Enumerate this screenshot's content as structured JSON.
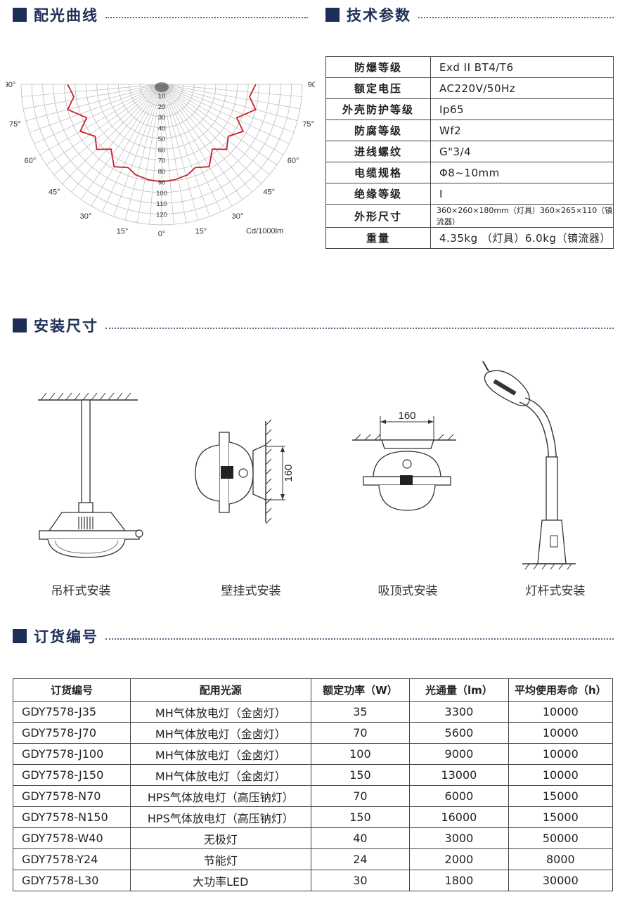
{
  "sections": {
    "light_curve": "配光曲线",
    "tech_params": "技术参数",
    "install_size": "安装尺寸",
    "order_number": "订货编号"
  },
  "chart_data": {
    "type": "polar",
    "unit_label": "Cd/1000lm",
    "radial_ticks": [
      "10",
      "20",
      "30",
      "40",
      "50",
      "60",
      "70",
      "80",
      "90",
      "100",
      "110",
      "120"
    ],
    "angle_labels_left": [
      "90°",
      "75°",
      "60°",
      "45°",
      "30°",
      "15°"
    ],
    "angle_labels_right": [
      "90°",
      "75°",
      "60°",
      "45°",
      "30°",
      "15°"
    ],
    "angle_label_center": "0°",
    "series": [
      {
        "angles_deg": [
          0,
          8,
          16,
          22,
          30,
          38,
          45,
          52,
          60,
          66,
          75,
          82,
          90
        ],
        "values": [
          90,
          89,
          87,
          83,
          88,
          76,
          85,
          78,
          87,
          76,
          90,
          82,
          87
        ],
        "color": "#c8202a"
      }
    ],
    "rmax": 130
  },
  "spec": {
    "rows": [
      {
        "k": "防爆等级",
        "v": "Exd II BT4/T6"
      },
      {
        "k": "额定电压",
        "v": "AC220V/50Hz"
      },
      {
        "k": "外壳防护等级",
        "v": "Ip65"
      },
      {
        "k": "防腐等级",
        "v": "Wf2"
      },
      {
        "k": "进线螺纹",
        "v": "G\"3/4"
      },
      {
        "k": "电缆规格",
        "v": "Φ8~10mm"
      },
      {
        "k": "绝缘等级",
        "v": "I"
      },
      {
        "k": "外形尺寸",
        "v": "360×260×180mm（灯具）360×265×110（镇流器）"
      },
      {
        "k": "重量",
        "v": "4.35kg （灯具）6.0kg（镇流器）"
      }
    ]
  },
  "install": {
    "dim_160_wall": "160",
    "dim_160_ceiling": "160",
    "labels": [
      "吊杆式安装",
      "壁挂式安装",
      "吸顶式安装",
      "灯杆式安装"
    ]
  },
  "order": {
    "headers": [
      "订货编号",
      "配用光源",
      "额定功率（W）",
      "光通量（lm）",
      "平均使用寿命（h）"
    ],
    "rows": [
      [
        "GDY7578-J35",
        "MH气体放电灯（金卤灯）",
        "35",
        "3300",
        "10000"
      ],
      [
        "GDY7578-J70",
        "MH气体放电灯（金卤灯）",
        "70",
        "5600",
        "10000"
      ],
      [
        "GDY7578-J100",
        "MH气体放电灯（金卤灯）",
        "100",
        "9000",
        "10000"
      ],
      [
        "GDY7578-J150",
        "MH气体放电灯（金卤灯）",
        "150",
        "13000",
        "10000"
      ],
      [
        "GDY7578-N70",
        "HPS气体放电灯（高压钠灯）",
        "70",
        "6000",
        "15000"
      ],
      [
        "GDY7578-N150",
        "HPS气体放电灯（高压钠灯）",
        "150",
        "16000",
        "15000"
      ],
      [
        "GDY7578-W40",
        "无极灯",
        "40",
        "3000",
        "50000"
      ],
      [
        "GDY7578-Y24",
        "节能灯",
        "24",
        "2000",
        "8000"
      ],
      [
        "GDY7578-L30",
        "大功率LED",
        "30",
        "1800",
        "30000"
      ]
    ]
  }
}
